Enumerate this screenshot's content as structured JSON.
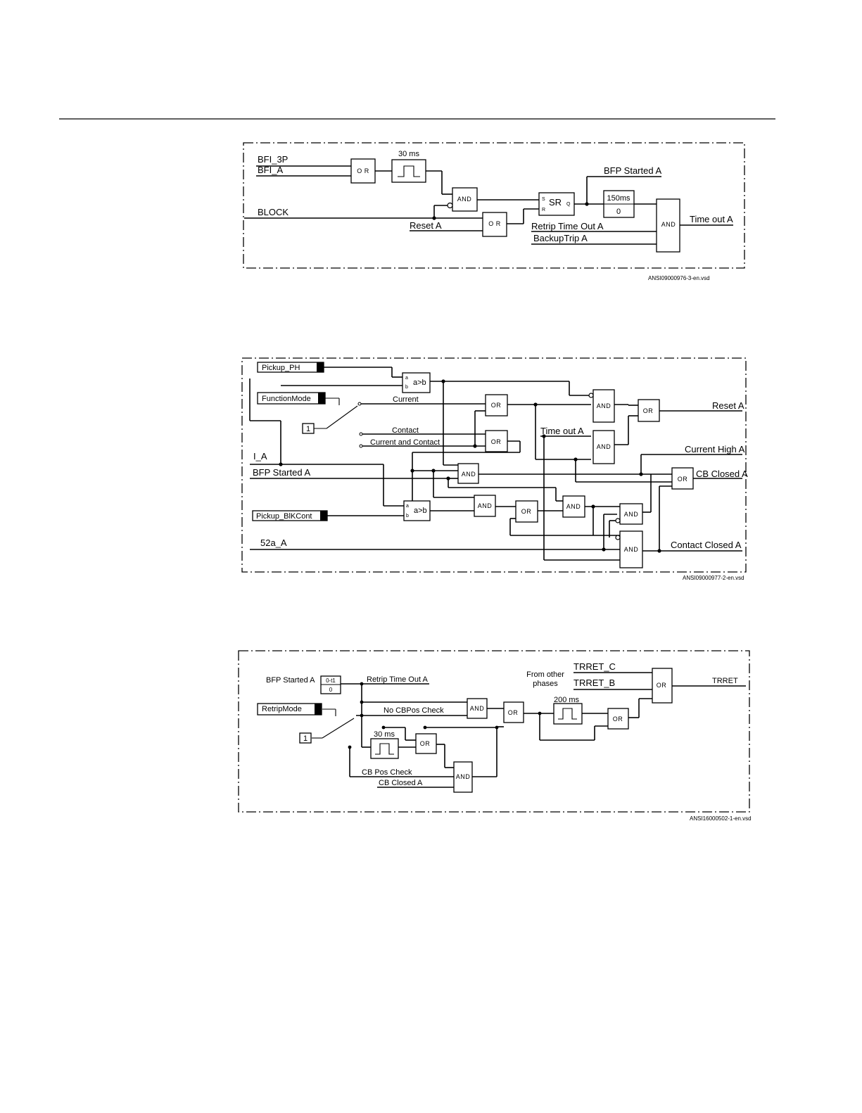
{
  "diagram1": {
    "gate_or": "O R",
    "gate_and": "AND",
    "pulse_label": "30 ms",
    "sr_label": "SR",
    "sr_s": "S",
    "sr_r": "R",
    "sr_q": "Q",
    "timer_top": "150ms",
    "timer_bottom": "0",
    "in_bfi3p": "BFI_3P",
    "in_bfia": "BFI_A",
    "in_block": "BLOCK",
    "reset_a": "Reset A",
    "bfp_started_a": "BFP Started A",
    "retrip_timeout_a": "Retrip Time Out A",
    "backuptrip_a": "BackupTrip A",
    "out_timeout_a": "Time out A",
    "filename": "ANSI09000976-3-en.vsd"
  },
  "diagram2": {
    "gate_or": "OR",
    "gate_and": "AND",
    "cmp_label": "a>b",
    "cmp_a": "a",
    "cmp_b": "b",
    "pickup_ph": "Pickup_PH",
    "function_mode": "FunctionMode",
    "const_one": "1",
    "current": "Current",
    "contact": "Contact",
    "current_and_contact": "Current and Contact",
    "time_out_a": "Time out A",
    "i_a": "I_A",
    "bfp_started_a": "BFP Started A",
    "pickup_blkcont": "Pickup_BlKCont",
    "in_52a": "52a_A",
    "out_reset_a": "Reset A",
    "out_current_high_a": "Current High A",
    "out_cb_closed_a": "CB Closed A",
    "out_contact_closed_a": "Contact Closed A",
    "filename": "ANSI09000977-2-en.vsd"
  },
  "diagram3": {
    "gate_or": "OR",
    "gate_and": "AND",
    "bfp_started_a": "BFP Started A",
    "timer_top": "0-t1",
    "timer_bottom": "0",
    "retrip_timeout_a": "Retrip Time Out A",
    "retrip_mode": "RetripMode",
    "const_one": "1",
    "no_cbpos_check": "No CBPos Check",
    "pulse_30": "30 ms",
    "pulse_200": "200 ms",
    "cb_pos_check": "CB Pos Check",
    "cb_closed_a": "CB Closed A",
    "from_other_1": "From other",
    "from_other_2": "phases",
    "trret_c": "TRRET_C",
    "trret_b": "TRRET_B",
    "out_trret": "TRRET",
    "filename": "ANSI16000502-1-en.vsd"
  }
}
